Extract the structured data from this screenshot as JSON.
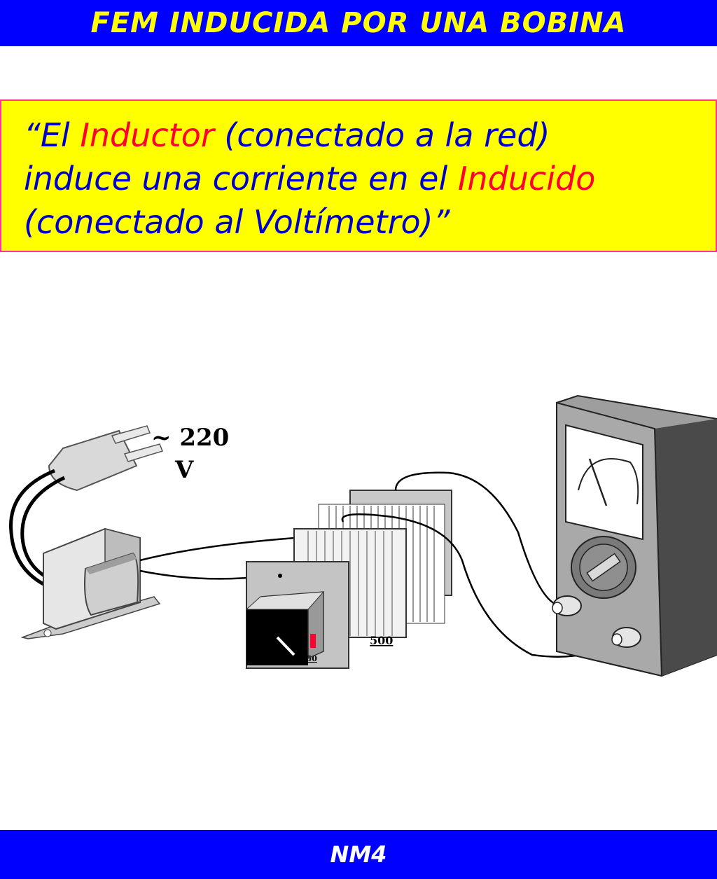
{
  "header": {
    "title": "FEM INDUCIDA POR UNA BOBINA"
  },
  "quote": {
    "open": "“El ",
    "inductor_word": "Inductor",
    "line1_rest": " (conectado a la red)",
    "line2_start": "induce una corriente en el ",
    "inducido_word": "Inducido",
    "line3": "(conectado al Voltímetro)”"
  },
  "illustration": {
    "voltage_line1": "~ 220",
    "voltage_line2": "V",
    "coil_label_front": "350",
    "coil_label_back": "500"
  },
  "footer": {
    "label": "NM4"
  },
  "colors": {
    "bar_blue": "#0000ff",
    "title_yellow": "#ffff00",
    "quote_blue": "#0000cc",
    "quote_red": "#ff0033",
    "box_border": "#ff3399"
  }
}
